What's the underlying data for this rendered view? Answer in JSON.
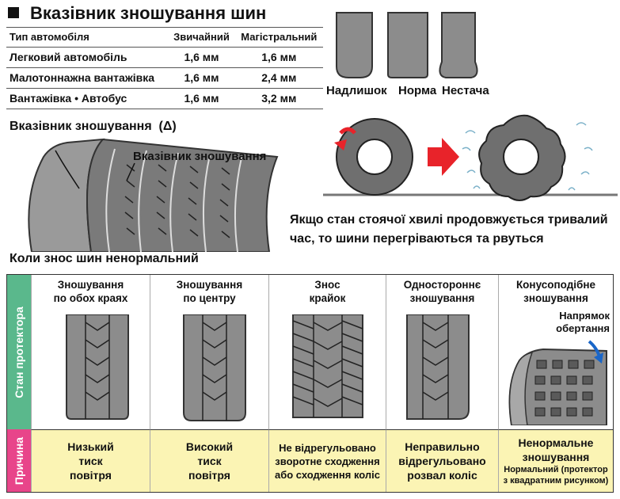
{
  "title": "Вказівник зношування шин",
  "spec_table": {
    "headers": [
      "Тип автомобіля",
      "Звичайний",
      "Магістральний"
    ],
    "rows": [
      [
        "Легковий автомобіль",
        "1,6 мм",
        "1,6 мм"
      ],
      [
        "Малотоннажна вантажівка",
        "1,6 мм",
        "2,4 мм"
      ],
      [
        "Вантажівка • Автобус",
        "1,6 мм",
        "3,2 мм"
      ]
    ]
  },
  "pressure": {
    "labels": [
      "Надлишок",
      "Норма",
      "Нестача"
    ]
  },
  "wear_indicator": {
    "heading": "Вказівник зношування",
    "symbol": "(Δ)",
    "callout": "Вказівник зношування"
  },
  "standing_wave": {
    "text": "Якщо стан стоячої хвилі продовжується тривалий час, то шини перегріваються та рвуться"
  },
  "abnormal": {
    "heading": "Коли знос шин ненормальний",
    "row_labels": [
      "Стан протектора",
      "Причина"
    ],
    "columns": [
      {
        "title": "Зношування\nпо обох краях",
        "cause": "Низький\nтиск\nповітря"
      },
      {
        "title": "Зношування\nпо центру",
        "cause": "Високий\nтиск\nповітря"
      },
      {
        "title": "Знос\nкрайок",
        "cause": "Не відрегульовано\nзворотне сходження\nабо сходження коліс"
      },
      {
        "title": "Одностороннє\nзношування",
        "cause": "Неправильно\nвідрегульовано\nрозвал коліс"
      },
      {
        "title": "Конусоподібне\nзношування",
        "cause": "Ненормальне\nзношування",
        "cause_note": "Нормальний (протектор\nз квадратним рисунком)"
      }
    ],
    "rotation_label": "Напрямок\nобертання"
  },
  "colors": {
    "green": "#5ab88c",
    "light_green": "#e4f2ea",
    "yellow": "#fbf4b4",
    "tire_gray": "#8c8c8c",
    "arrow_red": "#e8232a"
  }
}
